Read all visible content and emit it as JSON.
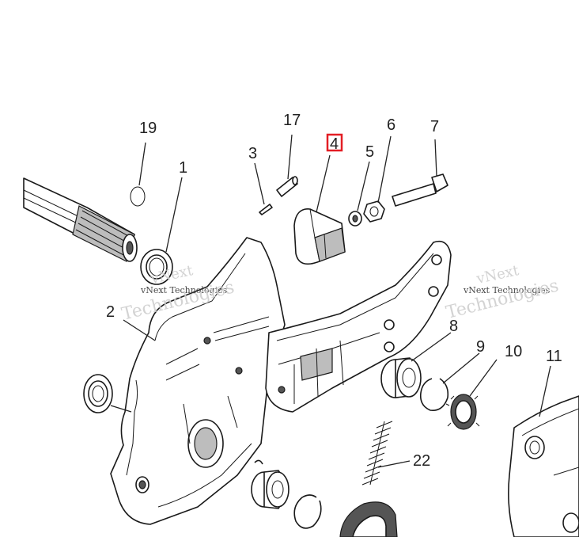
{
  "callouts": {
    "n19": "19",
    "n1": "1",
    "n3": "3",
    "n17": "17",
    "n4": "4",
    "n5": "5",
    "n6": "6",
    "n7": "7",
    "n2": "2",
    "n8": "8",
    "n9": "9",
    "n10": "10",
    "n11": "11",
    "n22": "22"
  },
  "highlight": {
    "callout": "4",
    "color": "#e31e24"
  },
  "watermarks": {
    "left_logo": "vNext",
    "left_text": "vNext Technologies",
    "left_large": "Technologies",
    "right_logo": "vNext",
    "right_text": "vNext Technologies",
    "right_large": "Technologies"
  }
}
